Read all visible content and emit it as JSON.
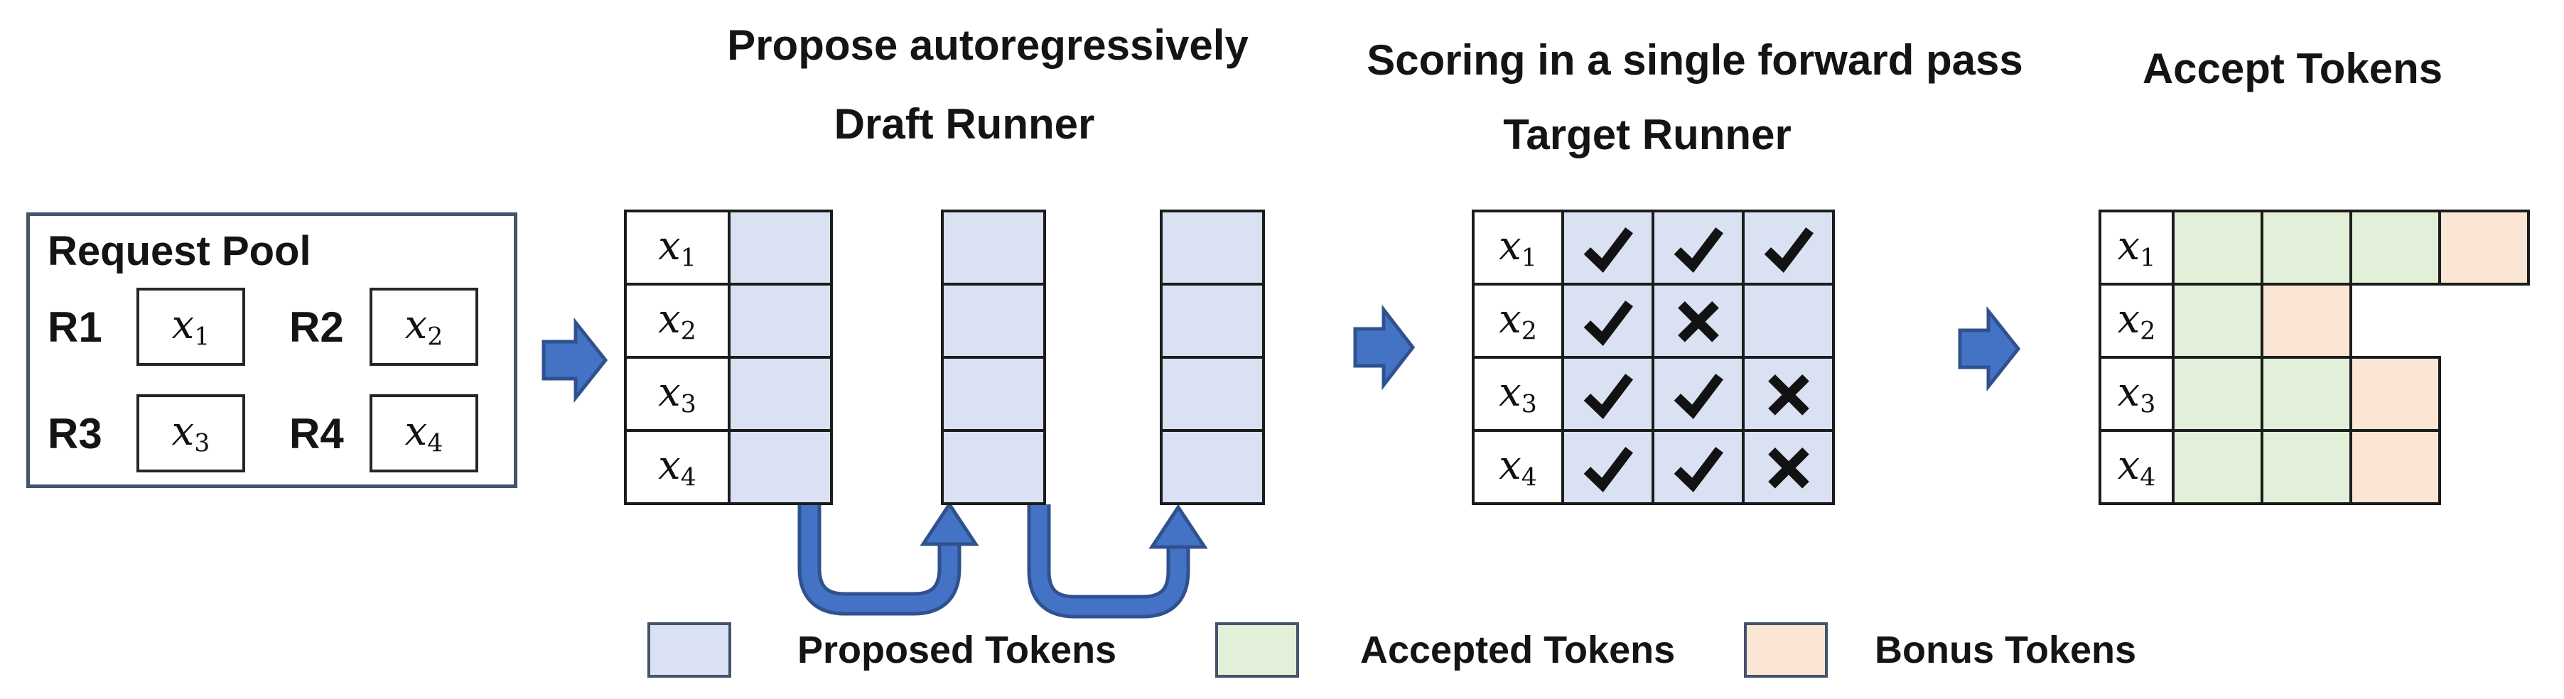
{
  "titles": {
    "propose": "Propose autoregressively",
    "draft_runner": "Draft Runner",
    "scoring": "Scoring in a single forward pass",
    "target_runner": "Target Runner",
    "accept": "Accept Tokens"
  },
  "request_pool": {
    "title": "Request Pool",
    "requests": [
      {
        "id": "R1",
        "token": "x",
        "sub": "1"
      },
      {
        "id": "R2",
        "token": "x",
        "sub": "2"
      },
      {
        "id": "R3",
        "token": "x",
        "sub": "3"
      },
      {
        "id": "R4",
        "token": "x",
        "sub": "4"
      }
    ]
  },
  "row_labels": [
    {
      "base": "x",
      "sub": "1"
    },
    {
      "base": "x",
      "sub": "2"
    },
    {
      "base": "x",
      "sub": "3"
    },
    {
      "base": "x",
      "sub": "4"
    }
  ],
  "draft": {
    "proposal_steps": 3
  },
  "target": {
    "marks": [
      [
        "check",
        "check",
        "check"
      ],
      [
        "check",
        "cross",
        "none"
      ],
      [
        "check",
        "check",
        "cross"
      ],
      [
        "check",
        "check",
        "cross"
      ]
    ]
  },
  "accept": {
    "rows": [
      [
        "accepted",
        "accepted",
        "accepted",
        "bonus"
      ],
      [
        "accepted",
        "bonus"
      ],
      [
        "accepted",
        "accepted",
        "bonus"
      ],
      [
        "accepted",
        "accepted",
        "bonus"
      ]
    ]
  },
  "legend": [
    {
      "label": "Proposed Tokens",
      "type": "proposed"
    },
    {
      "label": "Accepted Tokens",
      "type": "accepted"
    },
    {
      "label": "Bonus Tokens",
      "type": "bonus"
    }
  ],
  "colors": {
    "proposed": "#d9e1f2",
    "accepted": "#e2efd9",
    "bonus": "#fbe5d5",
    "arrow_fill": "#4472c4",
    "arrow_outline": "#2f528f",
    "grid_line": "#1c1c1c",
    "pool_border": "#44546a"
  }
}
